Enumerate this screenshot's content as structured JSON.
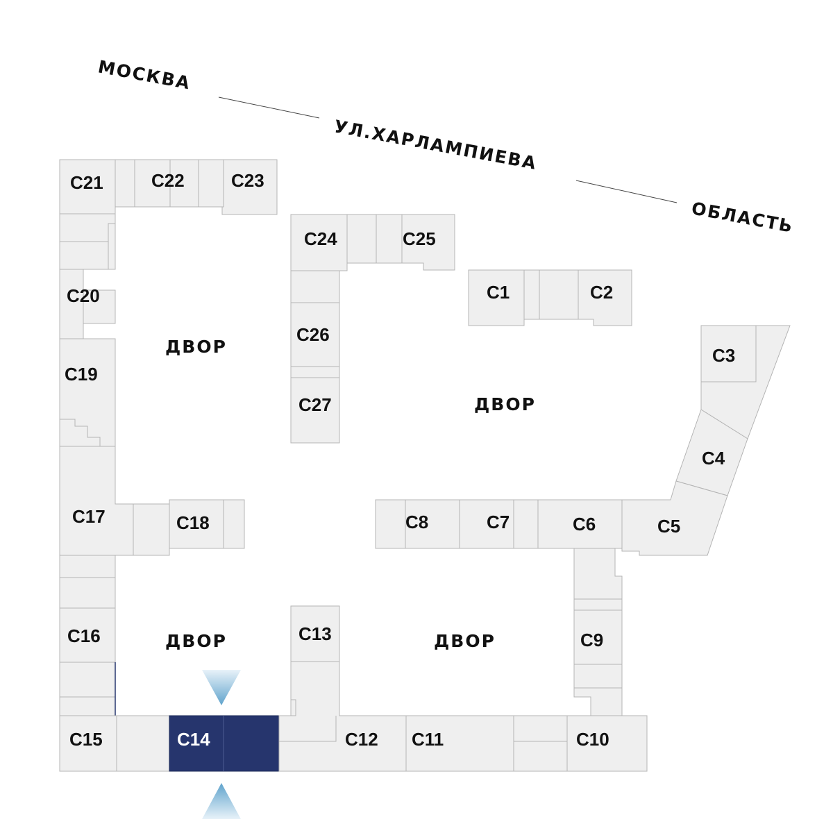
{
  "street": {
    "part1": "МОСКВА",
    "part2": "УЛ.ХАРЛАМПИЕВА",
    "part3": "ОБЛАСТЬ"
  },
  "yards": [
    "ДВОР",
    "ДВОР",
    "ДВОР",
    "ДВОР"
  ],
  "sections": {
    "c1": "С1",
    "c2": "С2",
    "c3": "С3",
    "c4": "С4",
    "c5": "С5",
    "c6": "С6",
    "c7": "С7",
    "c8": "С8",
    "c9": "С9",
    "c10": "С10",
    "c11": "С11",
    "c12": "С12",
    "c13": "С13",
    "c14": "С14",
    "c15": "С15",
    "c16": "С16",
    "c17": "С17",
    "c18": "С18",
    "c19": "С19",
    "c20": "С20",
    "c21": "С21",
    "c22": "С22",
    "c23": "С23",
    "c24": "С24",
    "c25": "С25",
    "c26": "С26",
    "c27": "С27"
  },
  "selected_section": "С14",
  "colors": {
    "selected": "#26356d",
    "block": "#efefef",
    "entrance_arrow": "#6aa9cf"
  },
  "icons": [
    "entrance-arrow-down-icon",
    "entrance-arrow-up-icon"
  ]
}
